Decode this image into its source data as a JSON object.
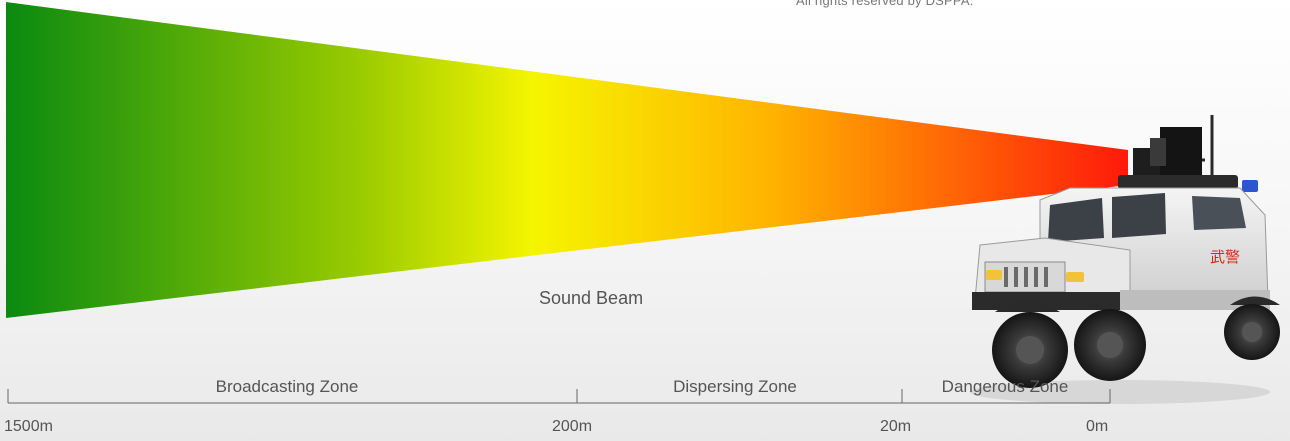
{
  "copyright": "All rights reserved by DSPPA.",
  "beam": {
    "label": "Sound Beam",
    "colors": [
      "#0a8a10",
      "#c8e000",
      "#f5f500",
      "#ffb000",
      "#ff1a0a"
    ]
  },
  "zones": [
    {
      "label": "Broadcasting Zone"
    },
    {
      "label": "Dispersing Zone"
    },
    {
      "label": "Dangerous Zone"
    }
  ],
  "distances": [
    "1500m",
    "200m",
    "20m",
    "0m"
  ],
  "vehicle": {
    "markings": "武警"
  }
}
